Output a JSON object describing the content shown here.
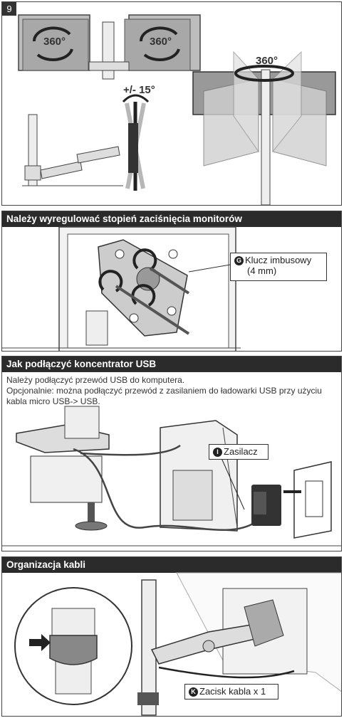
{
  "panel1": {
    "step_number": "9",
    "rotate_left": "360°",
    "rotate_right": "360°",
    "tilt_label": "+/- 15°",
    "swivel_label": "360°"
  },
  "panel2": {
    "title": "Należy wyregulować stopień zaciśnięcia monitorów",
    "callout_letter": "G",
    "callout_line1": "Klucz imbusowy",
    "callout_line2": "(4 mm)"
  },
  "panel3": {
    "title": "Jak podłączyć koncentrator USB",
    "desc_line1": "Należy podłączyć przewód USB do komputera.",
    "desc_line2": "Opcjonalnie: można podłączyć przewód z zasilaniem do ładowarki USB przy użyciu kabla micro USB-> USB.",
    "callout_letter": "I",
    "callout_label": "Zasilacz"
  },
  "panel4": {
    "title": "Organizacja kabli",
    "callout_letter": "K",
    "callout_label": "Zacisk kabla x 1"
  }
}
